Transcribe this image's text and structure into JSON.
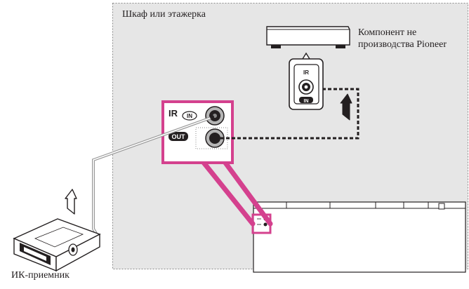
{
  "cabinet_label": "Шкаф или этажерка",
  "component_label": "Компонент не\nпроизводства Pioneer",
  "receiver_label": "ИК-приемник",
  "ir_panel": {
    "ir": "IR",
    "in": "IN",
    "out": "OUT"
  },
  "component_jack": {
    "ir": "IR",
    "in": "IN"
  },
  "colors": {
    "frame": "#d4418e",
    "cabinet": "#e6e6e6",
    "cable": "#231f20"
  }
}
